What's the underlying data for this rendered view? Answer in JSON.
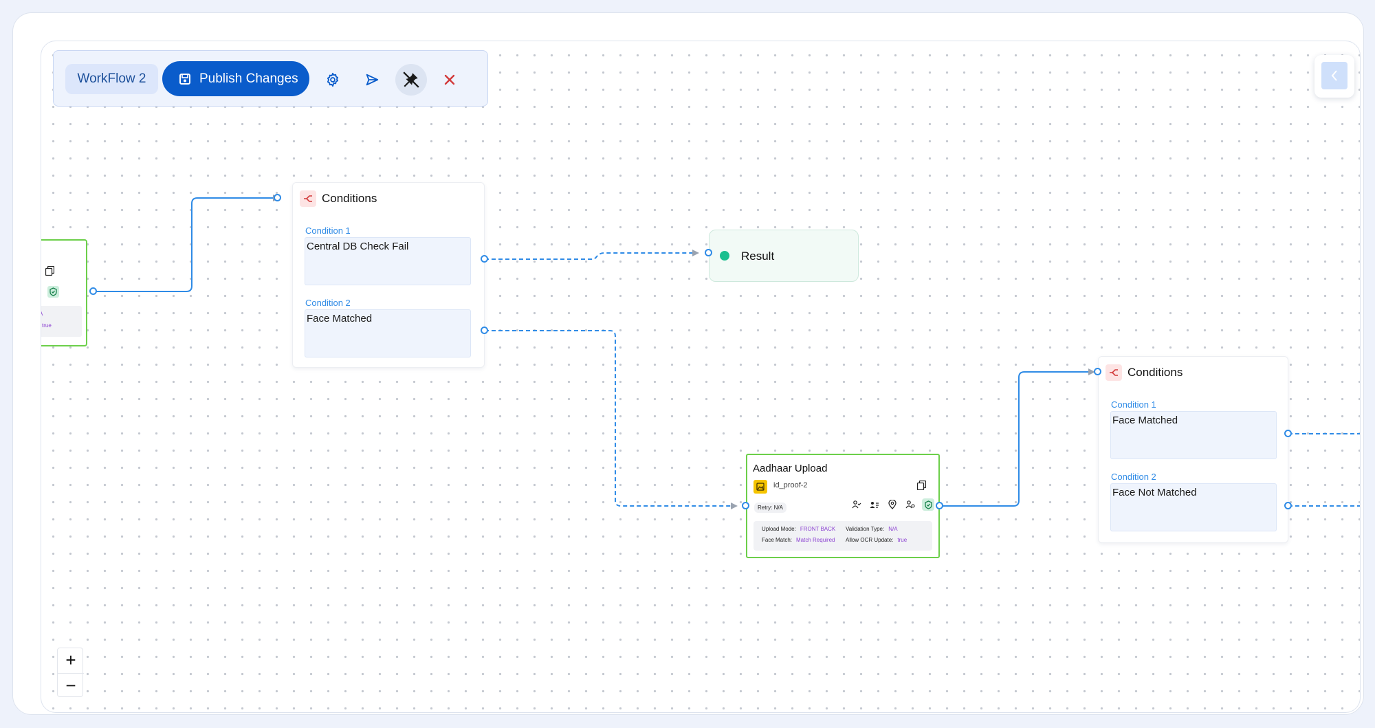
{
  "toolbar": {
    "workflow_name": "WorkFlow 2",
    "publish_label": "Publish Changes",
    "icons": [
      "gear-icon",
      "send-icon",
      "pin-off-icon",
      "close-icon"
    ]
  },
  "partial_node": {
    "detail_1": "A",
    "detail_2": "true"
  },
  "conditions_1": {
    "title": "Conditions",
    "cond1_label": "Condition 1",
    "cond1_value": "Central DB Check Fail",
    "cond2_label": "Condition 2",
    "cond2_value": "Face Matched"
  },
  "result": {
    "label": "Result"
  },
  "aadhaar": {
    "title": "Aadhaar Upload",
    "id": "id_proof-2",
    "retry_label": "Retry:",
    "retry_value": "N/A",
    "upload_mode_label": "Upload Mode:",
    "upload_mode_value": "FRONT BACK",
    "validation_type_label": "Validation Type:",
    "validation_type_value": "N/A",
    "face_match_label": "Face Match:",
    "face_match_value": "Match Required",
    "allow_ocr_label": "Allow OCR Update:",
    "allow_ocr_value": "true"
  },
  "conditions_2": {
    "title": "Conditions",
    "cond1_label": "Condition 1",
    "cond1_value": "Face Matched",
    "cond2_label": "Condition 2",
    "cond2_value": "Face Not Matched"
  },
  "zoom": {
    "in_label": "+",
    "out_label": "−"
  },
  "colors": {
    "primary": "#0a5ccb",
    "edge": "#2f8be6",
    "step_border": "#6ccf4a",
    "result_dot": "#1cbf8f"
  }
}
